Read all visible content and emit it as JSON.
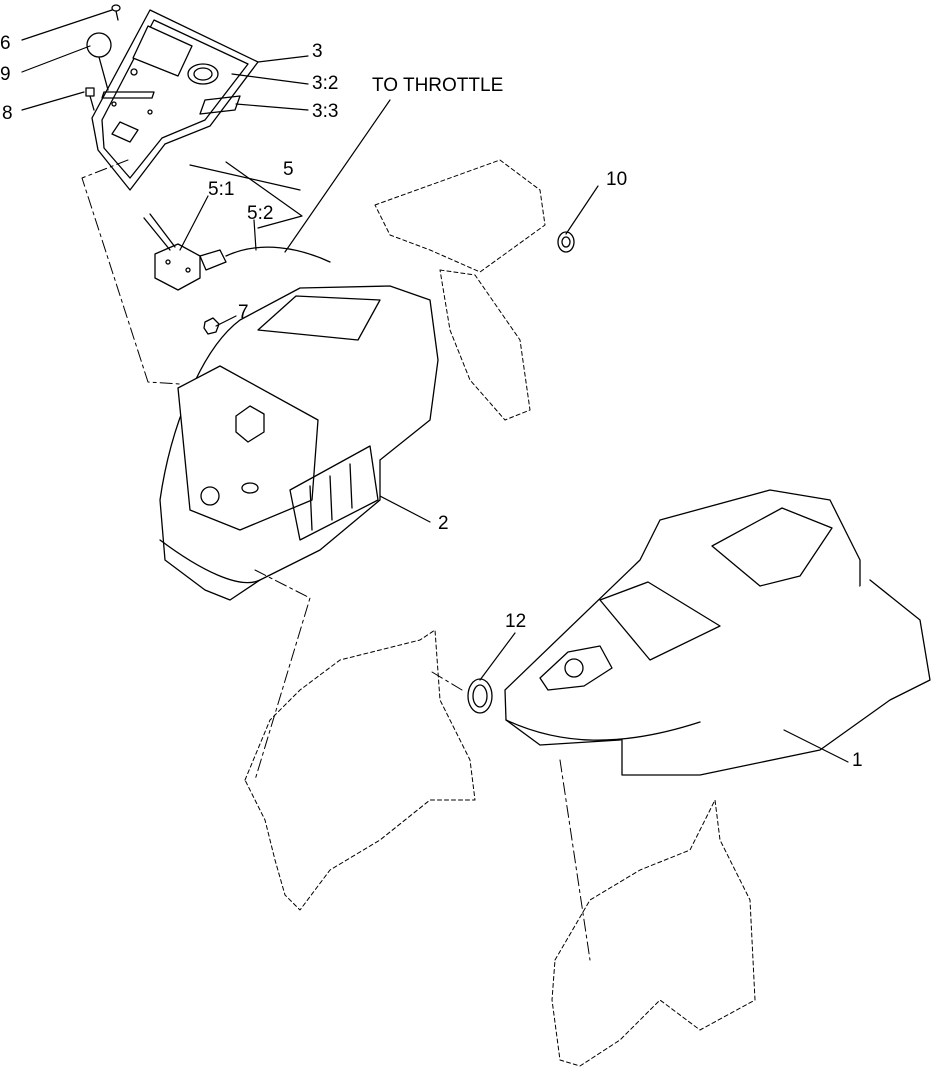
{
  "callouts": {
    "c6": "6",
    "c9": "9",
    "c8": "8",
    "c3": "3",
    "c3_2": "3:2",
    "c3_3": "3:3",
    "c5": "5",
    "c5_1": "5:1",
    "c5_2": "5:2",
    "c7": "7",
    "c10": "10",
    "c2": "2",
    "c12": "12",
    "c1": "1"
  },
  "notes": {
    "to_throttle": "TO THROTTLE"
  }
}
